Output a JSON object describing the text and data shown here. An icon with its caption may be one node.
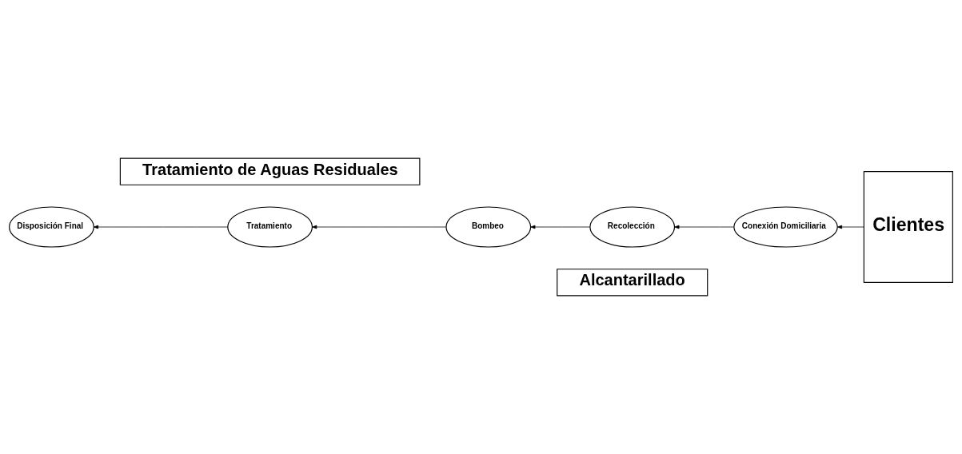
{
  "diagram": {
    "nodes": [
      {
        "text": [
          "Alcantarillado"
        ]
      },
      {
        "text": [
          "Bombeo"
        ]
      },
      {
        "text": [
          "Recolección"
        ]
      },
      {
        "text": [
          "Conexión Domiciliaria"
        ]
      },
      {
        "text": [
          "Tratamiento de Aguas Residuales"
        ]
      },
      {
        "text": [
          "Tratamiento"
        ]
      },
      {
        "text": [
          "Disposición Final"
        ]
      },
      {
        "text": [
          "Clientes"
        ]
      }
    ],
    "edges": [
      {
        "from": 7,
        "to": 3,
        "arrow": "to"
      },
      {
        "from": 3,
        "to": 2,
        "arrow": "to"
      },
      {
        "from": 2,
        "to": 1,
        "arrow": "to"
      },
      {
        "from": 1,
        "to": 5,
        "arrow": "to"
      },
      {
        "from": 5,
        "to": 6,
        "arrow": "to"
      }
    ]
  }
}
